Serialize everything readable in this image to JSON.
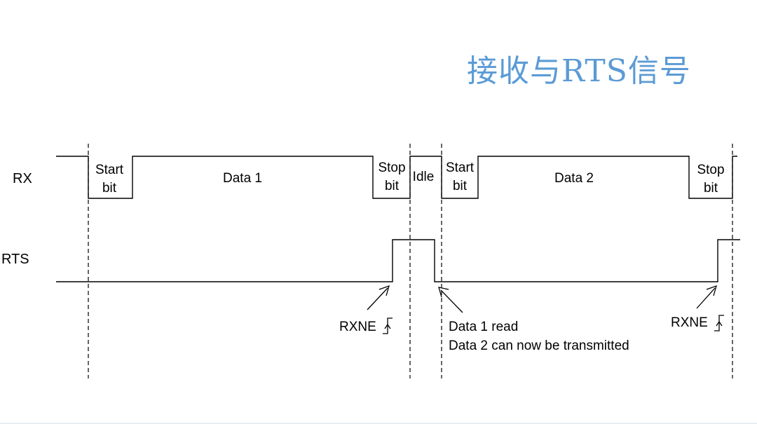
{
  "title": "接收与RTS信号",
  "signals": {
    "rx": "RX",
    "rts": "RTS"
  },
  "rx_segments": {
    "start1": [
      "Start",
      "bit"
    ],
    "data1": "Data 1",
    "stop1": [
      "Stop",
      "bit"
    ],
    "idle": "Idle",
    "start2": [
      "Start",
      "bit"
    ],
    "data2": "Data 2",
    "stop2": [
      "Stop",
      "bit"
    ]
  },
  "annotations": {
    "rxne_1": "RXNE",
    "data1_read": "Data 1 read",
    "data2_tx": "Data 2 can now be transmitted",
    "rxne_2": "RXNE"
  },
  "colors": {
    "title": "#5b9bd5",
    "line": "#000000"
  }
}
